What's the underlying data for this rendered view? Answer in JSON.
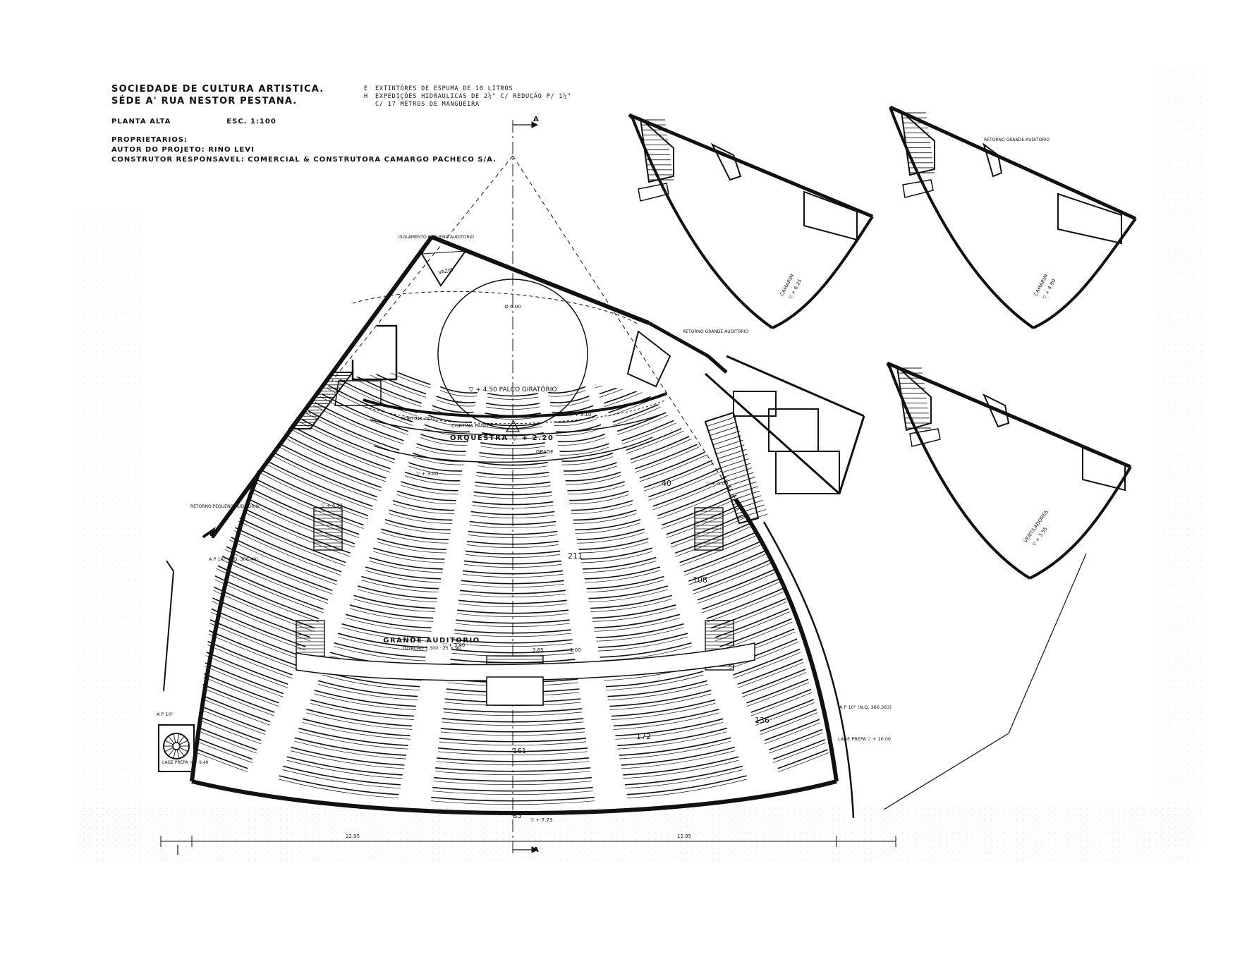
{
  "title": {
    "line1": "SOCIEDADE DE CULTURA ARTISTICA.",
    "line2": "SÉDE A' RUA NESTOR PESTANA.",
    "plan_label": "PLANTA ALTA",
    "scale": "ESC. 1:100",
    "owners": "PROPRIETARIOS:",
    "author": "AUTOR DO PROJETO: RINO LEVI",
    "builder": "CONSTRUTOR RESPONSAVEL: COMERCIAL & CONSTRUTORA CAMARGO PACHECO S/A."
  },
  "legend": {
    "e_key": "E",
    "e_text": "EXTINTÔRES DE ESPUMA DE 10 LITROS",
    "h_key": "H",
    "h_text": "EXPEDIÇÕES HIDRAULICAS DE 2½\" C/ REDUÇÃO P/ 1½\"",
    "h_text2": "C/ 17 METROS DE MANGUEIRA"
  },
  "plan_labels": {
    "stage": "▽ + 4.50 PALCO GIRATÓRIO",
    "stage_dim": "Ø 6.00",
    "orchestra": "ORQUESTRA ▽ + 2.20",
    "grade": "GRADE",
    "cortina": "CORTINA ACO.",
    "cortina_pano": "CORTINA PANO",
    "auditorium": "GRANDE AUDITORIO",
    "auditorium_sub": "LOTAÇÃO 1.300 · 25 × 90",
    "vazio": "VAZIO",
    "retorno_pequeno": "RETORNO PEQUENO AUDITORIO",
    "retorno_grande": "RETORNO GRANDE AUDITORIO",
    "isolamento": "ISOLAMENTO PEQUENO AUDITORIO",
    "section_a": "A",
    "level_300": "▽ + 3.00",
    "level_340": "▽ + 3.40",
    "level_773": "▽ + 7.73",
    "level_400": "▽ + 4.00",
    "level_435": "▽ + 4.35",
    "level_910": "▽ + 9.10",
    "seat_211": "211",
    "seat_108": "108",
    "seat_40": "40",
    "seat_172": "172",
    "seat_136": "136",
    "seat_161": "161",
    "seat_85": "85",
    "dim_2295": "22.95",
    "dim_1295": "12.95",
    "dim_385": "3.85",
    "dim_100": "1.00",
    "ap_left": "A P 10\" (N.Q. 366.40)",
    "ap_left2": "A P 10\"",
    "ap_right": "A P 10\" (N.Q. 366.363)",
    "lage": "LAGE PREPA ▽ + 10.00",
    "lage_left": "LAGE PREPA ▽ + 9.40"
  },
  "detail_labels": {
    "camarim1": "CAMARIM",
    "camarim1_level": "▽ + 6.25",
    "camarim2": "CAMARIM",
    "camarim2_level": "▽ + 4.90",
    "ventilador": "VENTILADORES",
    "ventilador_level": "▽ + 3.55",
    "retorno_detail": "RETORNO GRANDE AUDITORIO"
  },
  "colors": {
    "ink": "#111111",
    "paper": "#ffffff"
  }
}
